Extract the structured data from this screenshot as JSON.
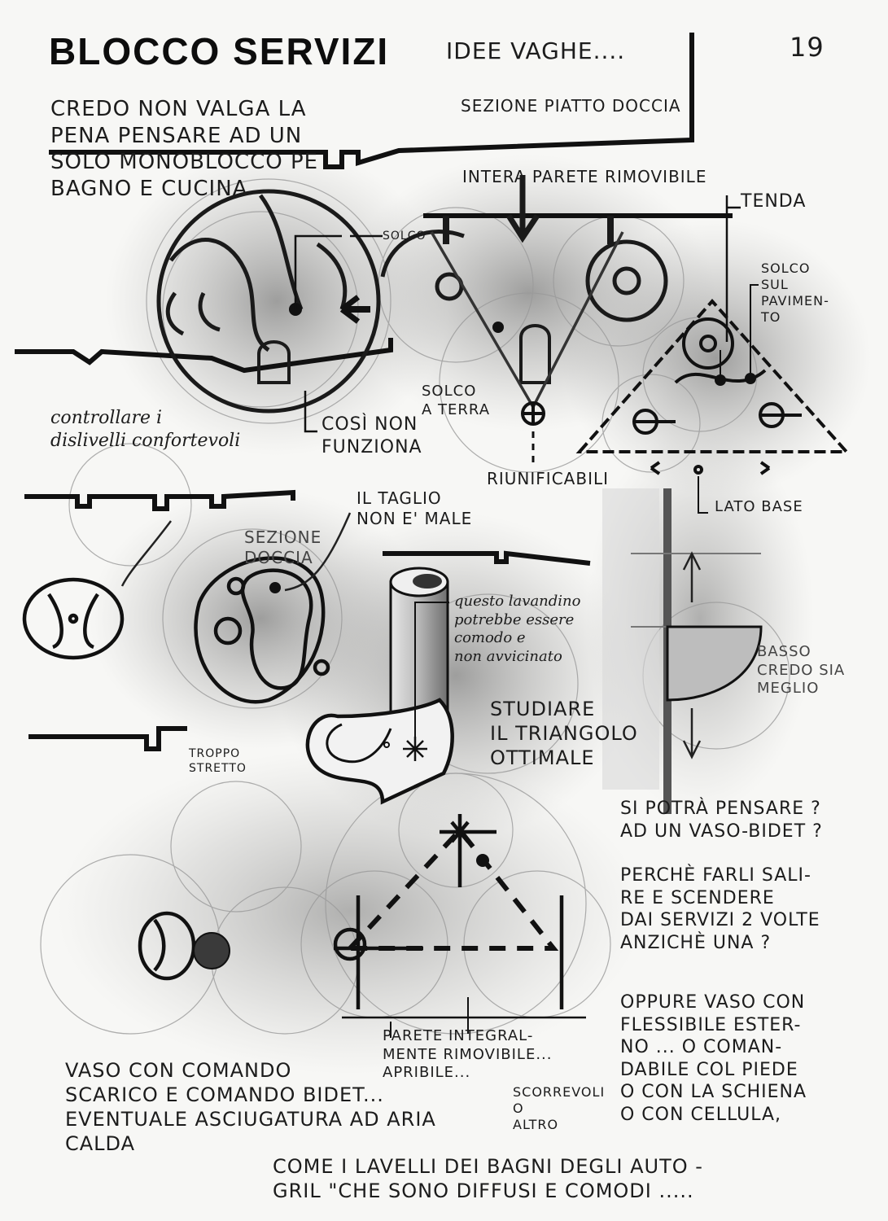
{
  "page": {
    "title": "BLOCCO SERVIZI",
    "subtitle": "IDEE VAGHE....",
    "page_number": "19"
  },
  "notes": {
    "intro": "CREDO NON VALGA LA\nPENA PENSARE AD UN\nSOLO MONOBLOCCO PE\nBAGNO E CUCINA",
    "sezione_piatto": "SEZIONE PIATTO DOCCIA",
    "intera_parete": "INTERA PARETE RIMOVIBILE",
    "tenda": "TENDA",
    "solco_top": "SOLCO",
    "solco_pavimento": "SOLCO\nSUL\nPAVIMEN-\nTO",
    "solco_terra": "SOLCO\nA TERRA",
    "controllare": "controllare i\ndislivelli confortevoli",
    "cosi_non": "COSÌ NON\nFUNZIONA",
    "riunificabili": "RIUNIFICABILI",
    "lato_base": "LATO BASE",
    "il_taglio": "IL TAGLIO\nNON E' MALE",
    "sezione_doccia": "SEZIONE\nDOCCIA",
    "lavandino": "questo lavandino\npotrebbe essere\ncomodo e\nnon avvicinato",
    "basso": "BASSO\nCREDO SIA\nMEGLIO",
    "studiare": "STUDIARE\nIL TRIANGOLO\nOTTIMALE",
    "troppo_stretto": "TROPPO\nSTRETTO",
    "vaso_bidet": "SI POTRÀ PENSARE ?\nAD UN VASO-BIDET ?",
    "perche": "PERCHÈ FARLI SALI-\nRE E SCENDERE\nDAI SERVIZI 2 VOLTE\nANZICHÈ UNA ?",
    "oppure": "OPPURE VASO CON\nFLESSIBILE ESTER-\nNO ... O COMAN-\nDABILE COL PIEDE\nO CON LA SCHIENA\nO CON CELLULA,",
    "parete_integral": "PARETE INTEGRAL-\nMENTE RIMOVIBILE...\nAPRIBILE...",
    "scorrevoli": "SCORREVOLI\nO\nALTRO",
    "vaso_comando": "VASO CON COMANDO\nSCARICO E COMANDO BIDET...\nEVENTUALE ASCIUGATURA AD ARIA\nCALDA",
    "come_lavelli": "COME I LAVELLI DEI BAGNI DEGLI AUTO -\nGRIL \"CHE SONO DIFFUSI E COMODI ....."
  }
}
